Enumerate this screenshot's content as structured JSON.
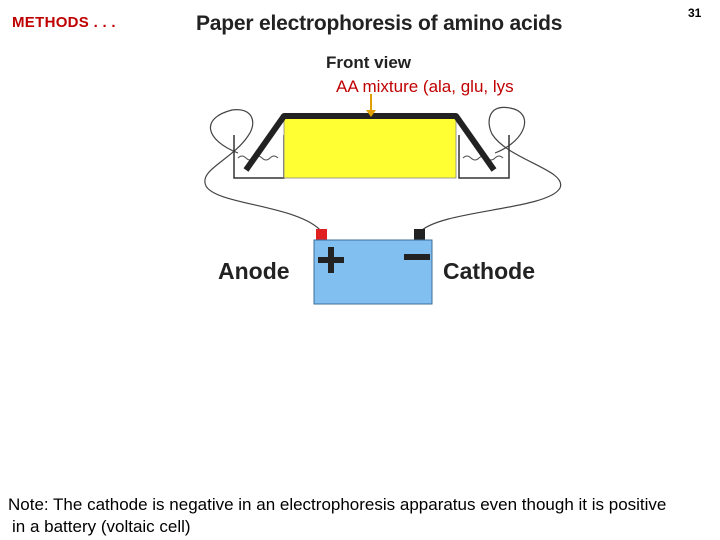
{
  "header": {
    "section_label": "METHODS . . .",
    "slide_number": "31",
    "title": "Paper electrophoresis of amino acids"
  },
  "diagram": {
    "view_label": "Front view",
    "sample_label": "AA mixture (ala, glu, lys",
    "anode_label": "Anode",
    "cathode_label": "Cathode",
    "anode_sign": "+",
    "cathode_sign": "−",
    "colors": {
      "paper": "#ffff33",
      "battery": "#80bff0",
      "positive_terminal": "#e02020",
      "negative_terminal": "#222222",
      "sample_arrow": "#e0a000",
      "accent_text": "#c00000"
    }
  },
  "note": {
    "line_1": "Note: The cathode is negative in an electrophoresis apparatus even though it is positive",
    "line_2": "in a battery (voltaic cell)"
  }
}
